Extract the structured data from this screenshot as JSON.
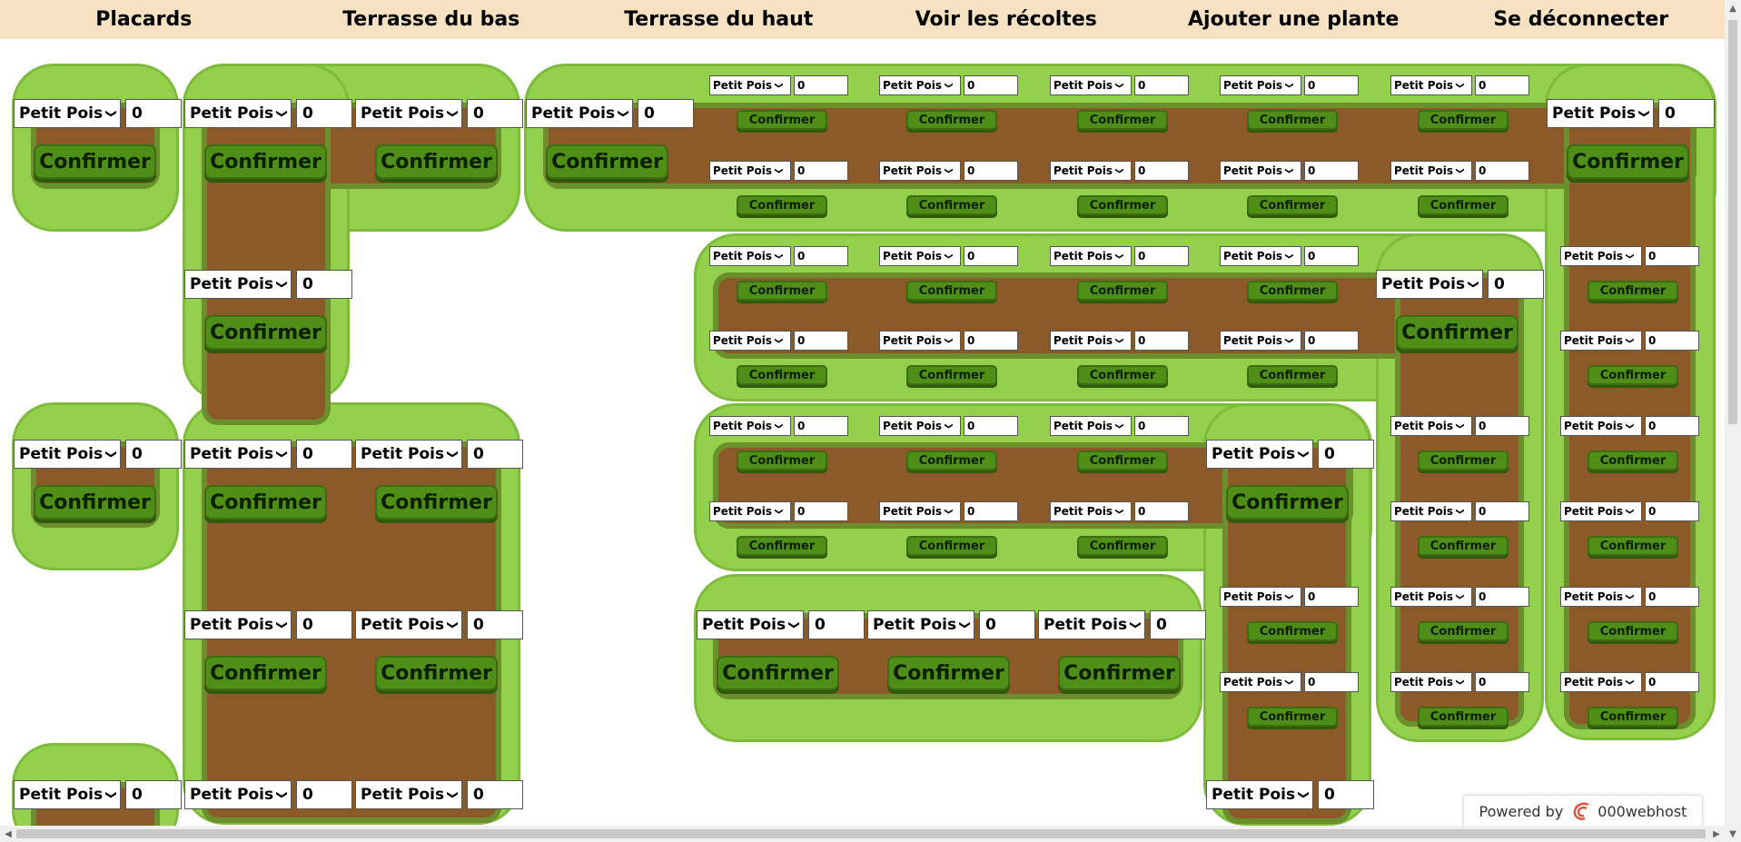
{
  "nav": {
    "items": [
      "Placards",
      "Terrasse du bas",
      "Terrasse du haut",
      "Voir les récoltes",
      "Ajouter une plante",
      "Se déconnecter"
    ]
  },
  "plot": {
    "plant_label": "Petit Pois",
    "quantity": "0",
    "confirm_label": "Confirmer"
  },
  "footer": {
    "powered_by": "Powered by",
    "host": "000webhost"
  },
  "colors": {
    "nav_bg": "#f6e2c2",
    "grass": "#93d04b",
    "soil": "#8c5a28",
    "button": "#4f8f17"
  }
}
